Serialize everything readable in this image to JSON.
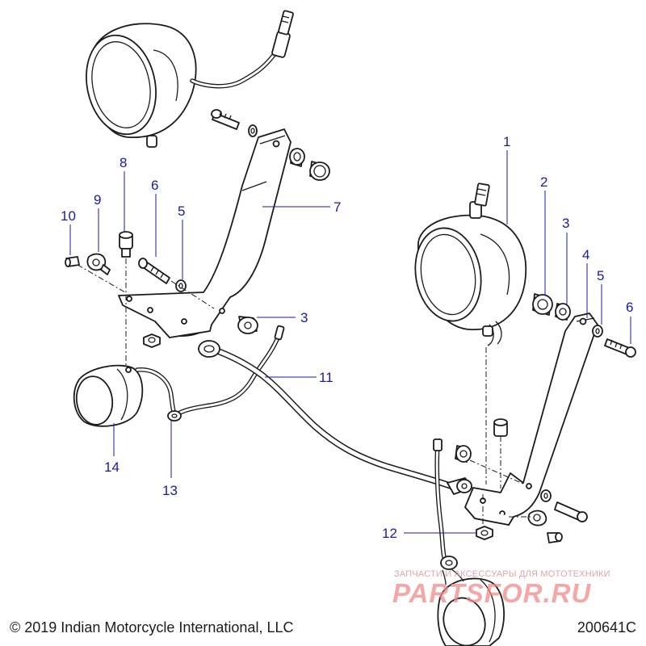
{
  "diagram": {
    "callouts": [
      "1",
      "2",
      "3",
      "3",
      "4",
      "5",
      "5",
      "6",
      "6",
      "7",
      "8",
      "9",
      "10",
      "11",
      "12",
      "13",
      "14"
    ],
    "copyright": "© 2019 Indian Motorcycle International, LLC",
    "drawing_number": "200641C"
  },
  "watermark": {
    "tagline": "ЗАПЧАСТИ И АКСЕССУАРЫ ДЛЯ МОТОТЕХНИКИ",
    "logo": "PARTSFOR.RU"
  },
  "colors": {
    "callout": "#1a1aa6",
    "line": "#1c1c1c",
    "watermark": "#ef8a8a"
  }
}
